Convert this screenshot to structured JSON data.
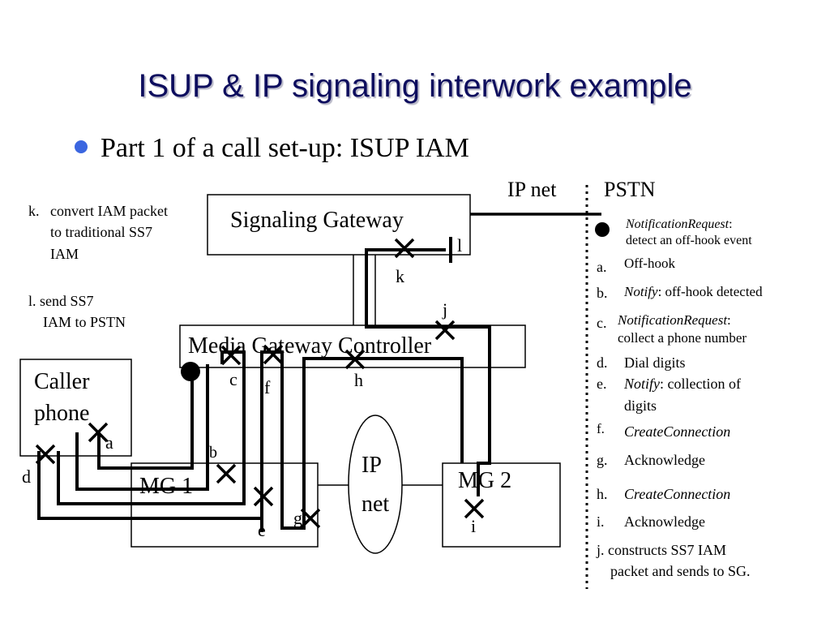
{
  "slide": {
    "title": "ISUP & IP signaling interwork example",
    "bullet": "Part 1 of a call set-up: ISUP IAM"
  },
  "diagram": {
    "ip_net_header": "IP net",
    "pstn_header": "PSTN",
    "signaling_gateway": "Signaling Gateway",
    "mgc": "Media Gateway Controller",
    "caller_phone_line1": "Caller",
    "caller_phone_line2": "phone",
    "mg1": "MG 1",
    "mg2": "MG 2",
    "ip_net_line1": "IP",
    "ip_net_line2": "net",
    "marks": {
      "a": "a",
      "b": "b",
      "c": "c",
      "d": "d",
      "e": "e",
      "f": "f",
      "g": "g",
      "h": "h",
      "i": "i",
      "j": "j",
      "k": "k",
      "l": "l"
    }
  },
  "left_notes": {
    "k_marker": "k.",
    "k_line1": "convert IAM packet",
    "k_line2": "to traditional SS7",
    "k_line3": "IAM",
    "l_line1": "l. send SS7",
    "l_line2": "IAM to PSTN"
  },
  "legend": {
    "intro_line1_italic": "NotificationRequest",
    "intro_line1_rest": ":",
    "intro_line2": "detect an off-hook event",
    "a_marker": "a.",
    "a_text": "Off-hook",
    "b_marker": "b.",
    "b_italic": "Notify",
    "b_rest": ": off-hook detected",
    "c_marker": "c.",
    "c_italic": "NotificationRequest",
    "c_rest": ":",
    "c_line2": "collect a phone number",
    "d_marker": "d.",
    "d_text": "Dial digits",
    "e_marker": "e.",
    "e_italic": "Notify",
    "e_rest": ": collection of",
    "e_line2": "digits",
    "f_marker": "f.",
    "f_italic": "CreateConnection",
    "g_marker": "g.",
    "g_text": "Acknowledge",
    "h_marker": "h.",
    "h_italic": "CreateConnection",
    "i_marker": "i.",
    "i_text": "Acknowledge",
    "j_line1": "j. constructs SS7 IAM",
    "j_line2": "packet and sends to SG."
  }
}
